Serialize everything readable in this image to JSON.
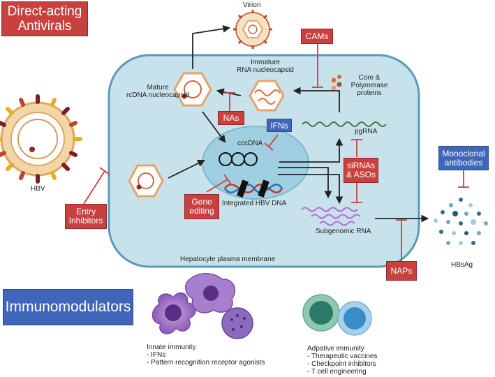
{
  "titles": {
    "daa_line1": "Direct-acting",
    "daa_line2": "Antivirals",
    "immunomodulators": "Immunomodulators"
  },
  "structures": {
    "virion": "Virion",
    "immature_line1": "Immature",
    "immature_line2": "RNA nucleocapsid",
    "mature_line1": "Mature",
    "mature_line2": "rcDNA nucleocapsid",
    "core_line1": "Core &",
    "core_line2": "Polymerase",
    "core_line3": "proteins",
    "pgrna": "pgRNA",
    "cccdna": "cccDNA",
    "integrated": "Integrated HBV DNA",
    "subgenomic": "Subgenomic RNA",
    "membrane": "Hepatocyte plasma membrane",
    "hbv": "HBV",
    "hbsag": "HBsAg"
  },
  "therapies": {
    "cams": "CAMs",
    "nas": "NAs",
    "ifns": "IFNs",
    "sirnas_line1": "siRNAs",
    "sirnas_line2": "& ASOs",
    "gene_line1": "Gene",
    "gene_line2": "editing",
    "entry_line1": "Entry",
    "entry_line2": "Inhibitors",
    "mab_line1": "Monoclonal",
    "mab_line2": "antibodies",
    "naps": "NAPs"
  },
  "immunity": {
    "innate_title": "Innate immunity",
    "innate_items": [
      "- IFNs",
      "- Pattern recognition receptor agonists"
    ],
    "adaptive_title": "Adpative immunity",
    "adaptive_items": [
      "- Therapeutic vaccines",
      "- Checkpoint inhibitors",
      "-  T cell engineering"
    ]
  },
  "colors": {
    "therapy_red": "#c9413f",
    "blue_box": "#3f66b8",
    "cell_fill": "#c8e2ec",
    "cell_border": "#5a9ab8",
    "nucleus_fill": "#9fcfe0",
    "capsid_orange": "#e7a368",
    "rna_orange": "#e8702a",
    "pgrna_green": "#3c7a3c",
    "subgenomic_purple": "#b26bd6"
  },
  "icons": [
    "virion-icon",
    "hbv-particle-icon",
    "capsid-icon",
    "dna-helix-icon",
    "rna-wave-icon",
    "antibody-dots-icon",
    "innate-cell-icon",
    "adaptive-cell-icon"
  ]
}
